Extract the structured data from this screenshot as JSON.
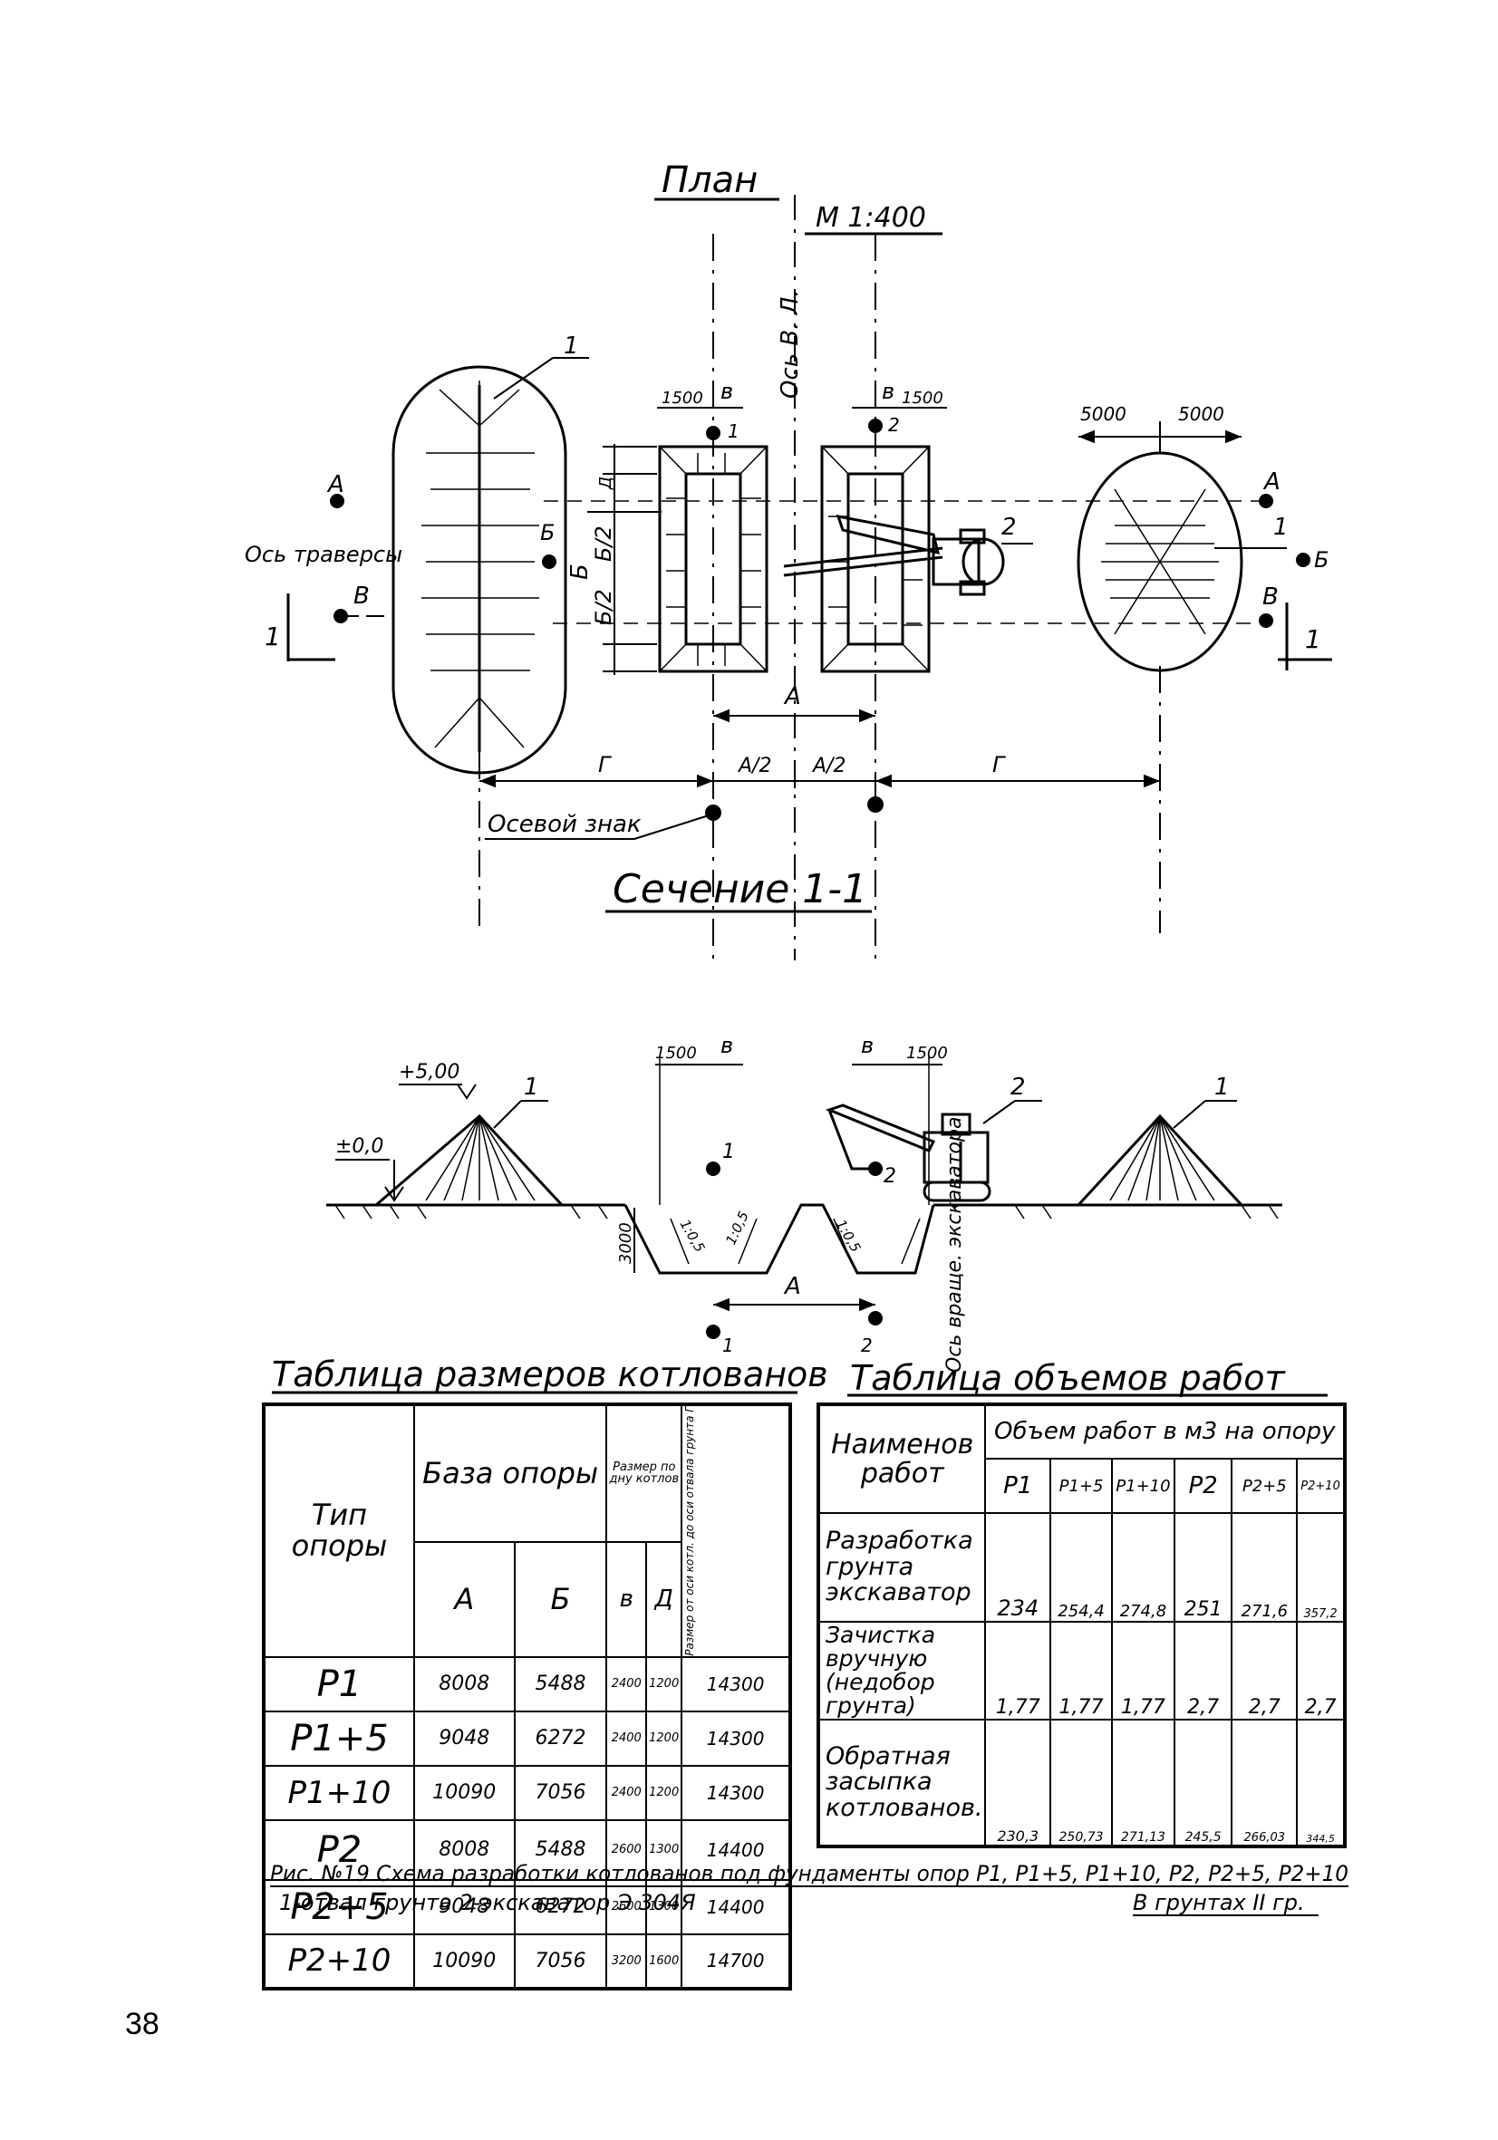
{
  "drawing": {
    "plan_title": "План",
    "scale": "М 1:400",
    "section_title": "Сечение 1-1",
    "axis_line_label": "Ось В. Л.",
    "traverse_axis_label": "Ось траверсы",
    "axial_sign_label": "Осевой знак",
    "excavator_axis_label": "Ось враще. экскаватора",
    "point_labels": [
      "А",
      "Б",
      "В"
    ],
    "callouts": [
      "1",
      "2"
    ],
    "section_marker": "1",
    "dimensions": {
      "a": "А",
      "a_half": "А/2",
      "g": "Г",
      "b": "Б",
      "b_half": "Б/2",
      "v": "в",
      "d": "Д",
      "side_1500": "1500",
      "dump_half_width": "5000",
      "depth": "3000",
      "slope": "1:0,5",
      "level_top": "+5,00",
      "level_ground": "±0,0"
    }
  },
  "table_sizes": {
    "title": "Таблица размеров котлованов",
    "headers": {
      "type": "Тип опоры",
      "base": "База опоры",
      "a": "А",
      "b": "Б",
      "bottom": "Размер по дну котлов",
      "v": "в",
      "d": "Д",
      "dist": "Размер от оси котл. до оси отвала грунта Г"
    },
    "rows": [
      {
        "type": "Р1",
        "a": "8008",
        "b": "5488",
        "v": "2400",
        "d": "1200",
        "g": "14300"
      },
      {
        "type": "Р1+5",
        "a": "9048",
        "b": "6272",
        "v": "2400",
        "d": "1200",
        "g": "14300"
      },
      {
        "type": "Р1+10",
        "a": "10090",
        "b": "7056",
        "v": "2400",
        "d": "1200",
        "g": "14300"
      },
      {
        "type": "Р2",
        "a": "8008",
        "b": "5488",
        "v": "2600",
        "d": "1300",
        "g": "14400"
      },
      {
        "type": "Р2+5",
        "a": "9048",
        "b": "6272",
        "v": "2600",
        "d": "1300",
        "g": "14400"
      },
      {
        "type": "Р2+10",
        "a": "10090",
        "b": "7056",
        "v": "3200",
        "d": "1600",
        "g": "14700"
      }
    ]
  },
  "table_volumes": {
    "title": "Таблица объемов работ",
    "headers": {
      "work": "Наименов работ",
      "volume": "Объем работ в м3 на опору",
      "types": [
        "Р1",
        "Р1+5",
        "Р1+10",
        "Р2",
        "Р2+5",
        "Р2+10"
      ]
    },
    "rows": [
      {
        "work": "Разработка грунта экскаватор",
        "values": [
          "234",
          "254,4",
          "274,8",
          "251",
          "271,6",
          "357,2"
        ]
      },
      {
        "work": "Зачистка вручную (недобор грунта)",
        "values": [
          "1,77",
          "1,77",
          "1,77",
          "2,7",
          "2,7",
          "2,7"
        ]
      },
      {
        "work": "Обратная засыпка котлованов.",
        "values": [
          "230,3",
          "250,73",
          "271,13",
          "245,5",
          "266,03",
          "344,5"
        ]
      }
    ]
  },
  "caption": {
    "line1": "Рис. №19 Схема разработки котлованов под фундаменты опор Р1, Р1+5, Р1+10, Р2, Р2+5, Р2+10",
    "line2_left": "1-отвал грунта 2-экскаватор Э 304Я",
    "line2_right": "В грунтах II гр."
  },
  "page_number": "38"
}
